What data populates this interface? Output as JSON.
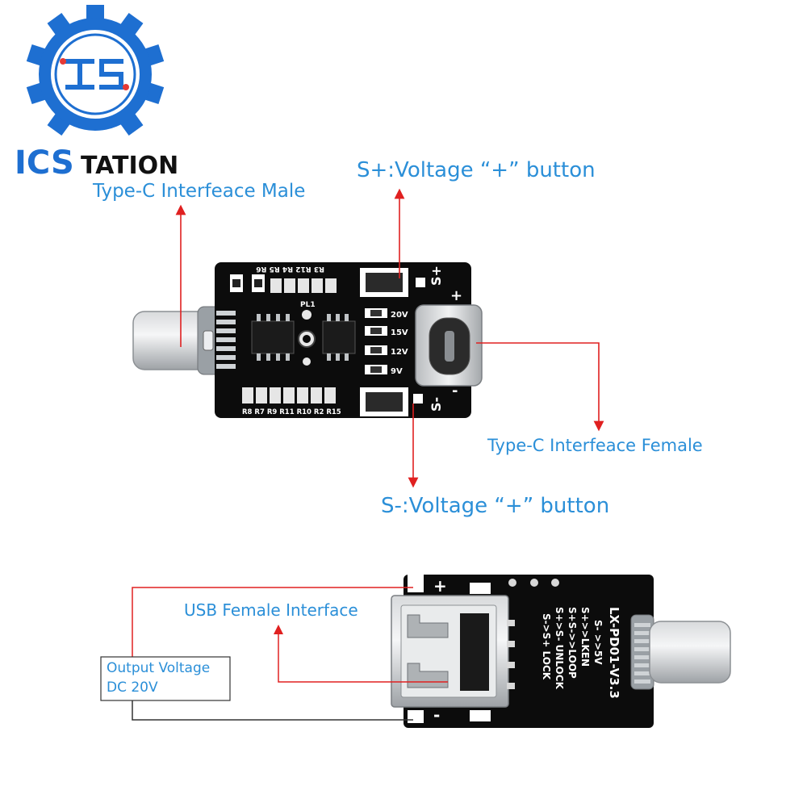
{
  "brand": {
    "name_part1": "ICS",
    "name_part2": "TATION",
    "logo_letters": "IS",
    "color_blue": "#1e6fd1",
    "color_red": "#e53935",
    "color_dark": "#111111"
  },
  "callouts": {
    "male_port": "Type-C Interfeace Male",
    "s_plus": "S+:Voltage “+” button",
    "female_port": "Type-C Interfeace Female",
    "s_minus": "S-:Voltage “+” button",
    "usb_female": "USB Female Interface",
    "output_line1": "Output  Voltage",
    "output_line2": "DC 20V",
    "callout_color": "#2b8fd8",
    "arrow_color": "#e02020"
  },
  "board_top": {
    "resistor_labels_top": "R3 R12 R4 R5 R6",
    "resistor_labels_bottom": "R8 R7 R9 R11 R10 R2 R15",
    "led_labels": [
      "20V",
      "15V",
      "12V",
      "9V"
    ],
    "splus": "S+",
    "sminus": "S-",
    "plus": "+",
    "minus": "-",
    "pl": "PL1"
  },
  "board_bottom": {
    "model": "LX-PD01-V3.3",
    "lines": [
      "S- >>5V",
      "S+>>LKEN",
      "S+S->>LOOP",
      "S+>S- UNLOCK",
      "S->S+ LOCK"
    ],
    "plus": "+",
    "minus": "-"
  }
}
